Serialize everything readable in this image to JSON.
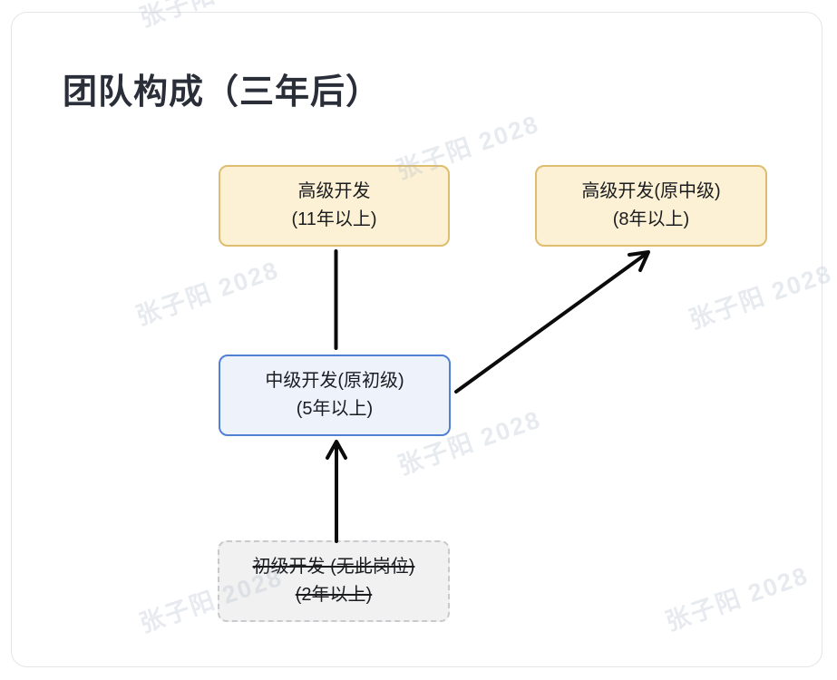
{
  "title": "团队构成（三年后）",
  "watermark": {
    "text": "张子阳 2028"
  },
  "nodes": [
    {
      "id": "senior-dev",
      "line1": "高级开发",
      "line2": "(11年以上)",
      "style": "yellow",
      "strikethrough": false
    },
    {
      "id": "senior-dev-ex-mid",
      "line1": "高级开发(原中级)",
      "line2": "(8年以上)",
      "style": "yellow",
      "strikethrough": false
    },
    {
      "id": "mid-dev-ex-junior",
      "line1": "中级开发(原初级)",
      "line2": "(5年以上)",
      "style": "blue",
      "strikethrough": false
    },
    {
      "id": "junior-dev-removed",
      "line1": "初级开发 (无此岗位)",
      "line2": "(2年以上)",
      "style": "gray-dashed",
      "strikethrough": true
    }
  ],
  "edges": [
    {
      "from": "mid-dev-ex-junior",
      "to": "senior-dev",
      "arrowhead": "none"
    },
    {
      "from": "mid-dev-ex-junior",
      "to": "senior-dev-ex-mid",
      "arrowhead": "arrow"
    },
    {
      "from": "junior-dev-removed",
      "to": "mid-dev-ex-junior",
      "arrowhead": "arrow"
    }
  ],
  "colors": {
    "yellow_fill": "#FCF1D4",
    "yellow_border": "#DFBD6E",
    "blue_fill": "#EDF2FB",
    "blue_border": "#5180D5",
    "gray_fill": "#F1F1F2",
    "gray_border": "#C9CACE",
    "arrow": "#0B0B0B",
    "title_text": "#2A2E39",
    "node_text": "#1A1C20",
    "card_border": "#E4E5E9",
    "watermark_text": "#E9ECF2"
  }
}
